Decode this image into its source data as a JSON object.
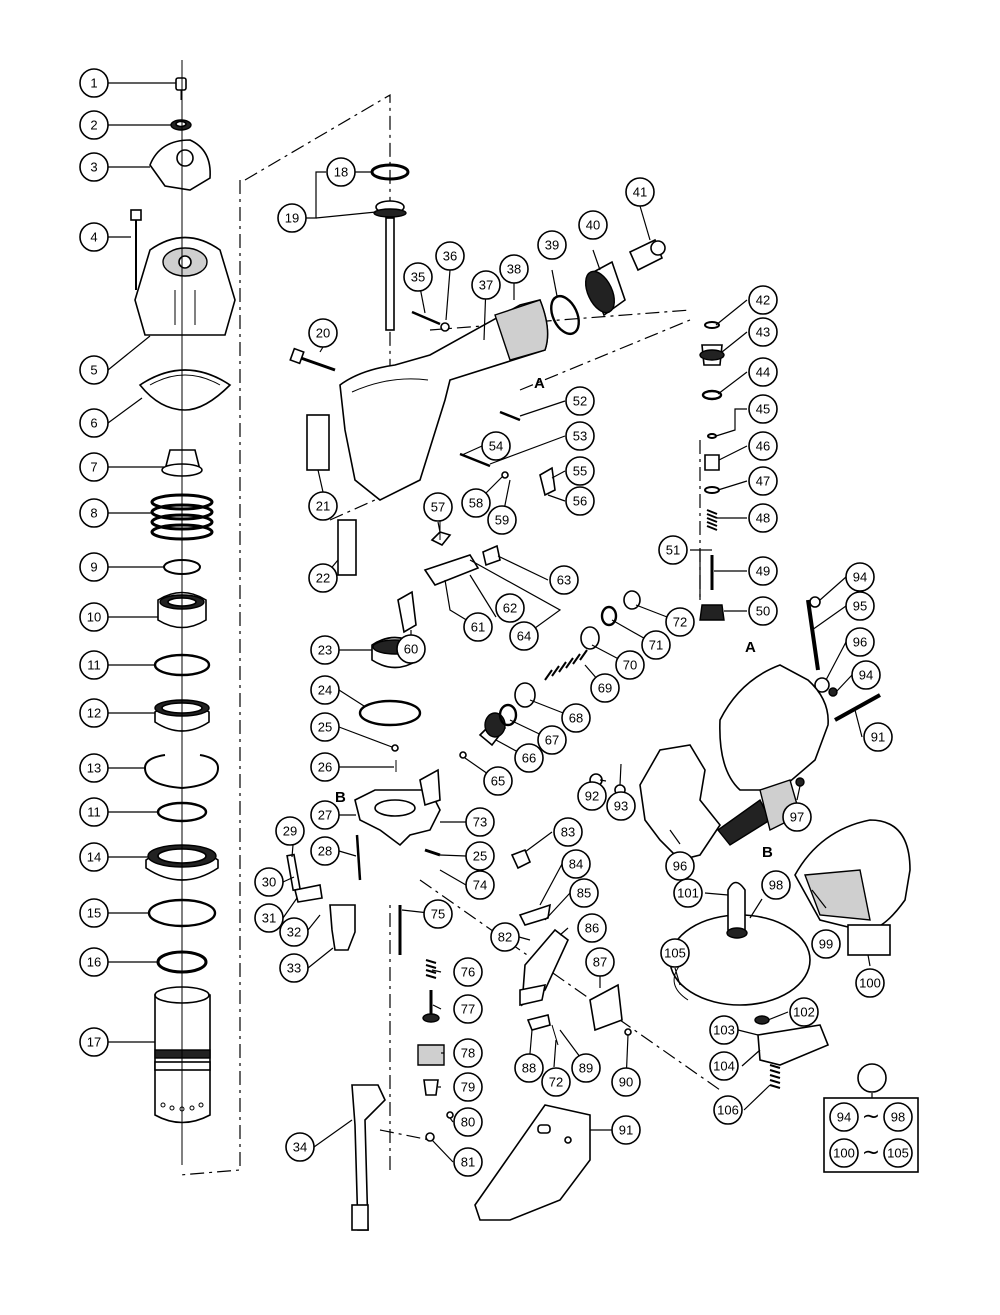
{
  "callouts": [
    "1",
    "2",
    "3",
    "4",
    "5",
    "6",
    "7",
    "8",
    "9",
    "10",
    "11",
    "12",
    "13",
    "11",
    "14",
    "15",
    "16",
    "17",
    "18",
    "19",
    "20",
    "21",
    "22",
    "23",
    "24",
    "25",
    "26",
    "27",
    "28",
    "29",
    "30",
    "31",
    "32",
    "33",
    "34",
    "35",
    "36",
    "37",
    "38",
    "39",
    "40",
    "41",
    "42",
    "43",
    "44",
    "45",
    "46",
    "47",
    "48",
    "49",
    "50",
    "51",
    "52",
    "53",
    "54",
    "55",
    "56",
    "57",
    "58",
    "59",
    "60",
    "61",
    "62",
    "63",
    "64",
    "65",
    "66",
    "67",
    "68",
    "69",
    "70",
    "71",
    "72",
    "73",
    "25",
    "74",
    "75",
    "76",
    "77",
    "78",
    "79",
    "80",
    "81",
    "82",
    "83",
    "84",
    "85",
    "86",
    "87",
    "88",
    "72",
    "89",
    "90",
    "91",
    "94",
    "95",
    "96",
    "94",
    "91",
    "92",
    "93",
    "96",
    "97",
    "98",
    "99",
    "100",
    "101",
    "105",
    "102",
    "103",
    "104",
    "106"
  ],
  "markers": [
    "A",
    "A",
    "B",
    "B"
  ],
  "set_box": {
    "title": "106",
    "row1_from": "94",
    "row1_to": "98",
    "row2_from": "100",
    "row2_to": "105",
    "range_symbol": "~"
  },
  "colors": {
    "ink": "#000000",
    "paper": "#ffffff"
  }
}
